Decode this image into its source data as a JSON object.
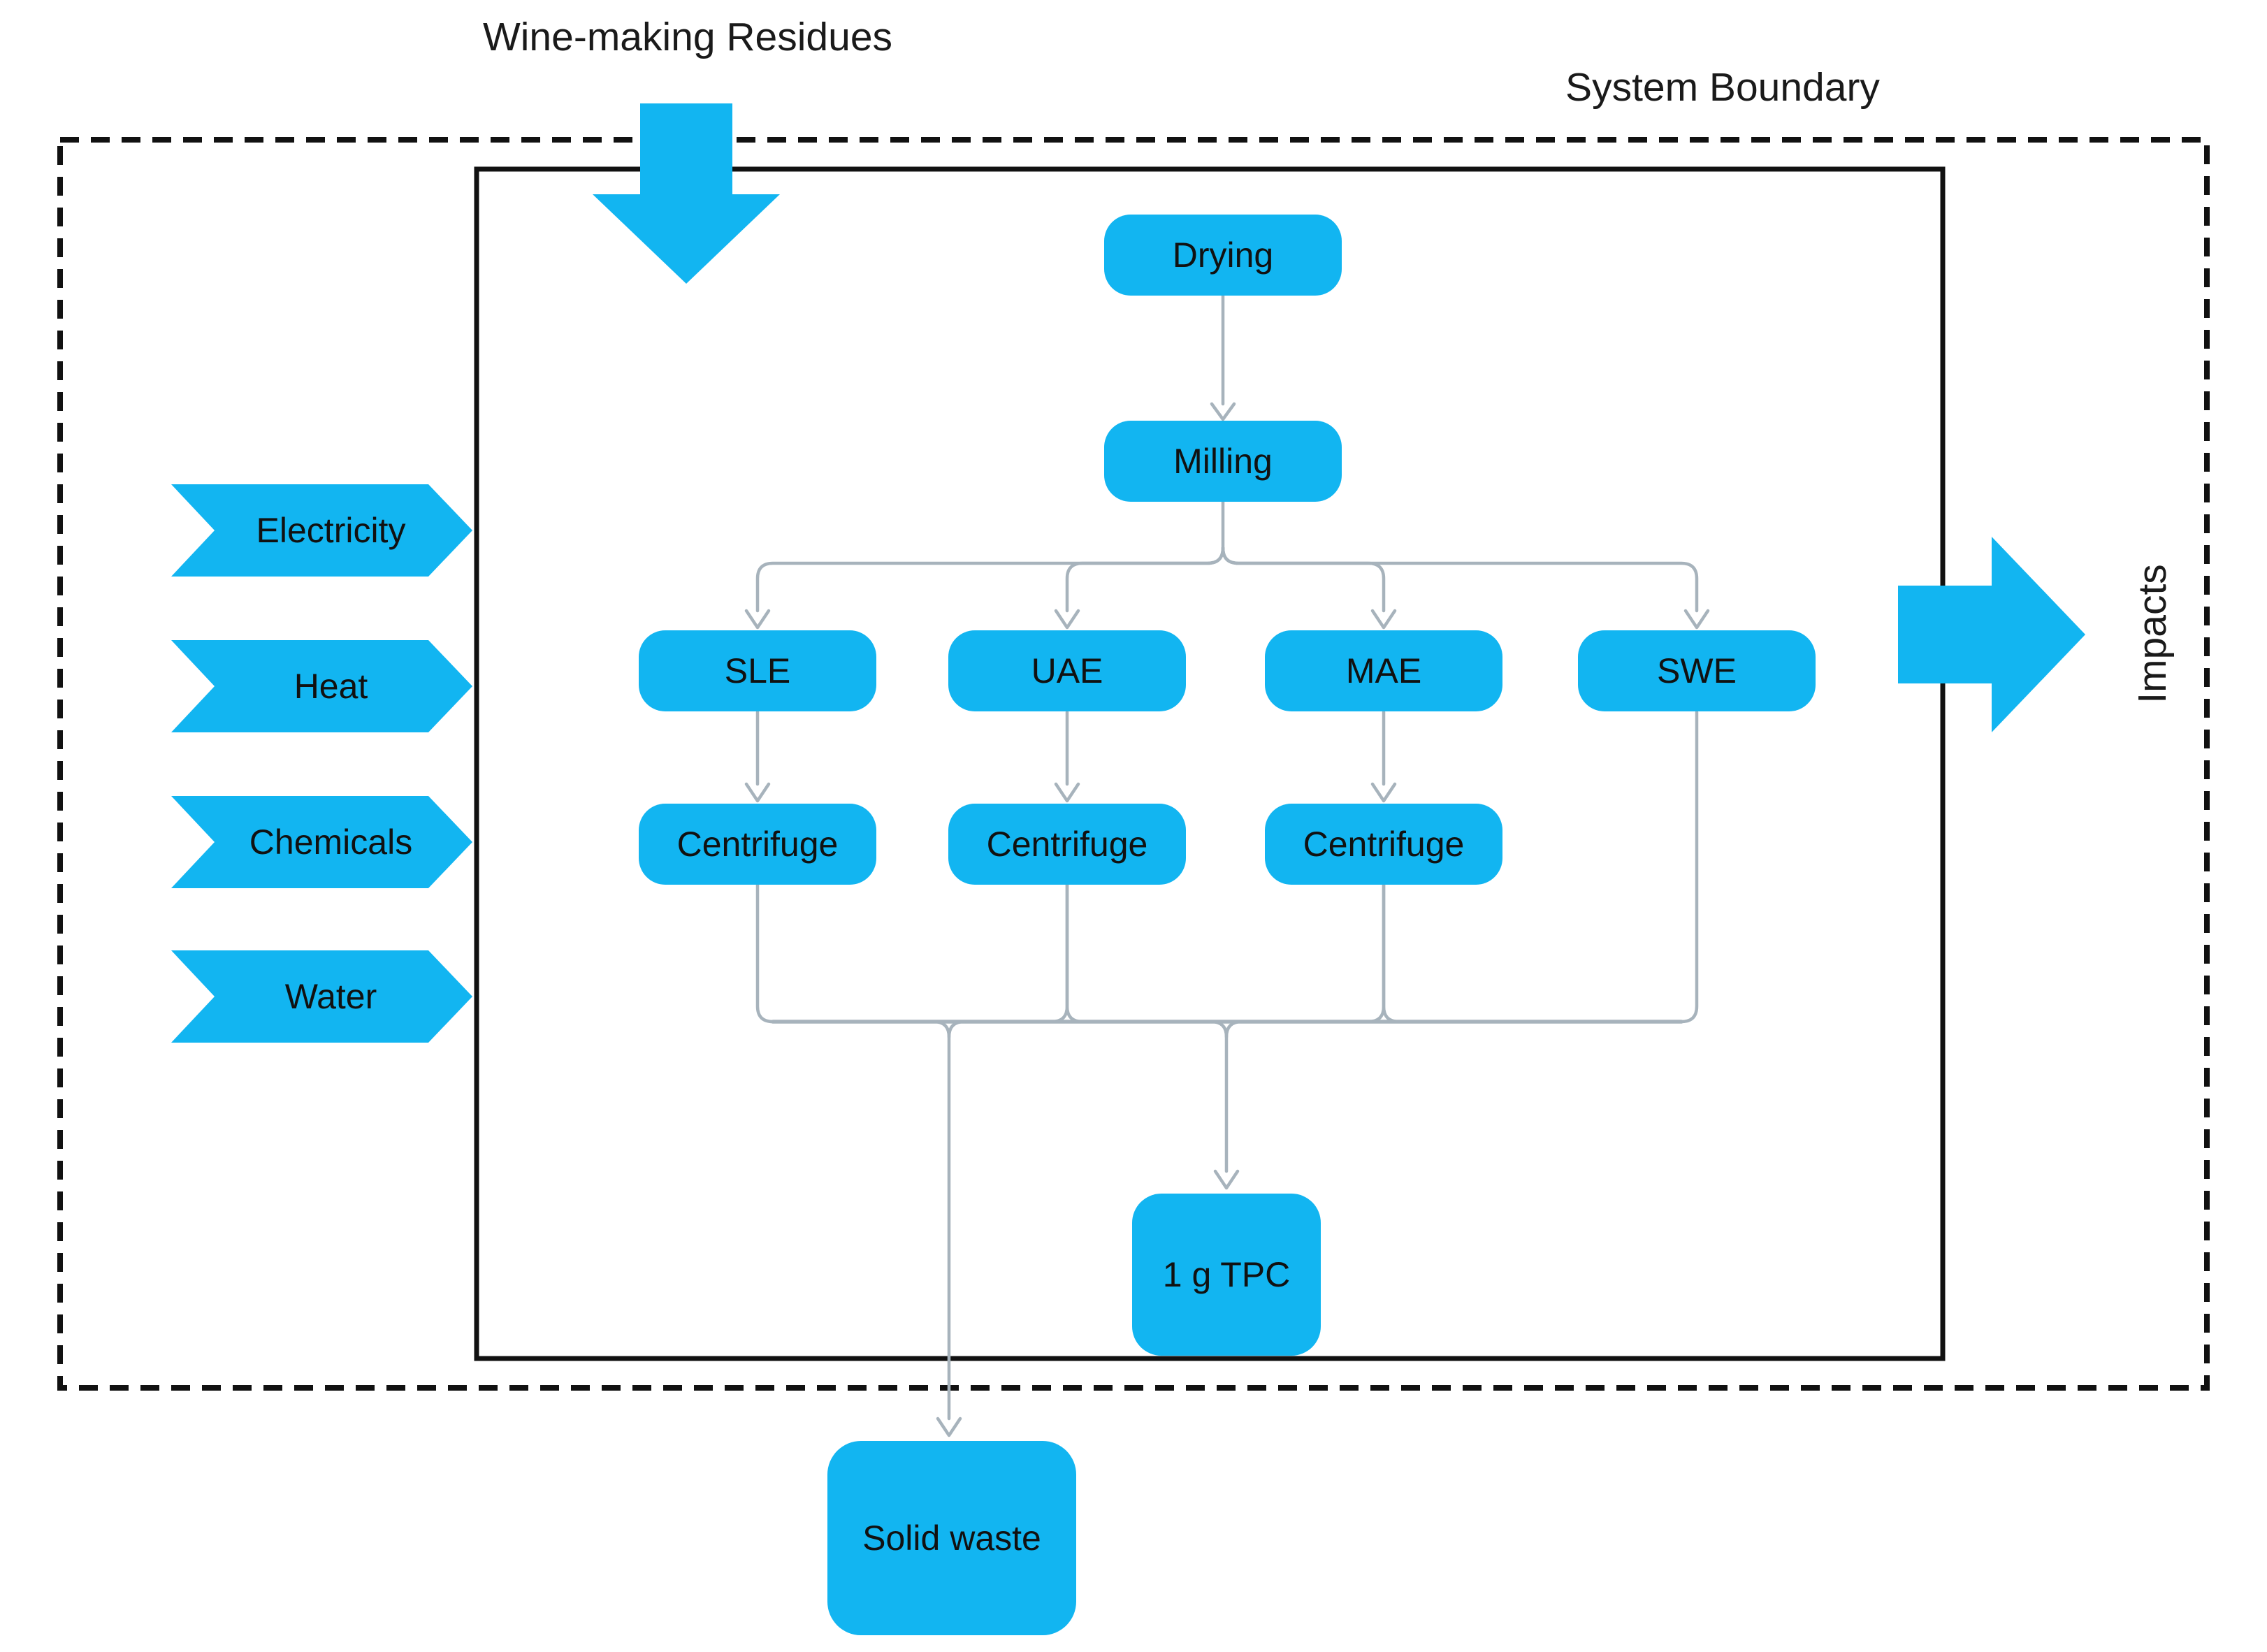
{
  "colors": {
    "accent": "#12B5F1",
    "connector": "#A7B3BC",
    "boundary": "#111111",
    "text": "#1a1a1a",
    "background": "#ffffff"
  },
  "header": {
    "input_flow_label": "Wine-making Residues",
    "boundary_label": "System Boundary"
  },
  "inputs": [
    {
      "label": "Electricity"
    },
    {
      "label": "Heat"
    },
    {
      "label": "Chemicals"
    },
    {
      "label": "Water"
    }
  ],
  "nodes": {
    "drying": "Drying",
    "milling": "Milling",
    "methods": [
      {
        "label": "SLE"
      },
      {
        "label": "UAE"
      },
      {
        "label": "MAE"
      },
      {
        "label": "SWE"
      }
    ],
    "centrifuges": [
      {
        "label": "Centrifuge"
      },
      {
        "label": "Centrifuge"
      },
      {
        "label": "Centrifuge"
      }
    ],
    "functional_unit": "1 g TPC",
    "solid_waste": "Solid waste"
  },
  "outputs": {
    "impacts_label": "Impacts"
  }
}
